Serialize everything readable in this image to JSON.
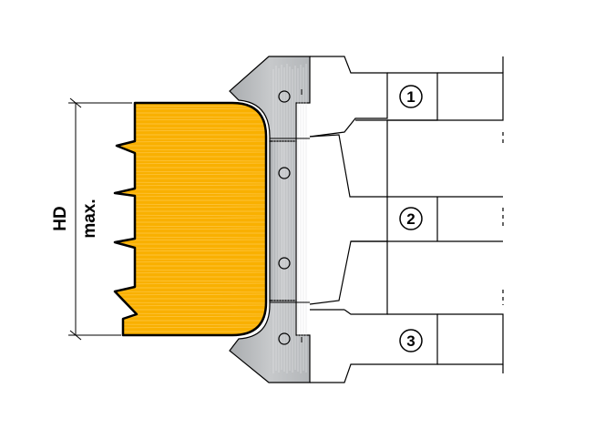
{
  "dimension": {
    "label_primary": "HD",
    "label_secondary": "max."
  },
  "callouts": [
    {
      "number": "1"
    },
    {
      "number": "2"
    },
    {
      "number": "3"
    }
  ],
  "colors": {
    "workpiece": "#F9B000",
    "workpiece_grain": "#FFC94A",
    "cutter_body": "#B9BCBF",
    "cutter_streak": "#D9DBDD",
    "outline": "#000000",
    "background": "#FFFFFF"
  }
}
